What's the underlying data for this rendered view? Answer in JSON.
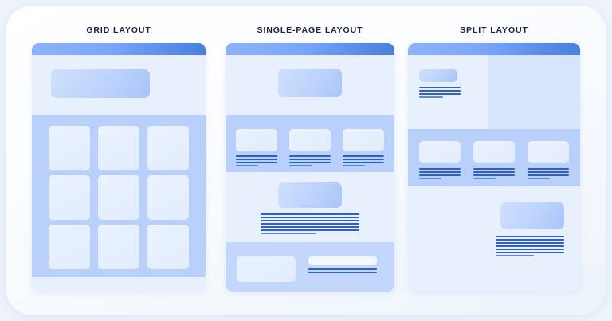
{
  "page": {
    "background_color": "#eef3fb",
    "card_color": "#ffffff",
    "accent_color": "#4a7fe0",
    "line_color": "#2f5fc0",
    "title_color": "#1b2340"
  },
  "panels": [
    {
      "id": "grid-layout",
      "title": "GRID LAYOUT",
      "description": "Wireframe mockup showing a header bar, a hero block and a 3 by 3 grid of content tiles",
      "grid_rows": 3,
      "grid_cols": 3,
      "tile_count": 9
    },
    {
      "id": "single-page-layout",
      "title": "SINGLE-PAGE LAYOUT",
      "description": "Wireframe mockup showing a header bar, centered hero block, a row of three feature cards, a text section and a footer band",
      "feature_cards": 3,
      "text_lines": 7
    },
    {
      "id": "split-layout",
      "title": "SPLIT LAYOUT",
      "description": "Wireframe mockup split into two columns with a header bar, a feature card row and a bottom right text block",
      "columns": 2,
      "feature_cards": 3,
      "text_lines": 7
    }
  ]
}
